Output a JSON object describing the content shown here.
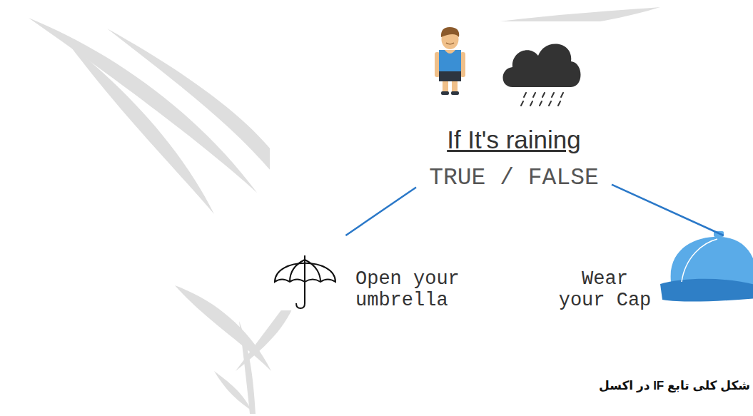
{
  "diagram": {
    "caption": "شکل کلی تابع IF در اکسل",
    "nodes": [
      {
        "text": [
          "If It's raining",
          "TRUE / FALSE"
        ]
      },
      {
        "text": [
          "Open your umbrella"
        ]
      },
      {
        "text": [
          "Wear your Cap"
        ]
      }
    ],
    "edges": [
      {
        "from": 0,
        "to": 1,
        "arrow": "none"
      },
      {
        "from": 0,
        "to": 2,
        "arrow": "none"
      }
    ]
  }
}
